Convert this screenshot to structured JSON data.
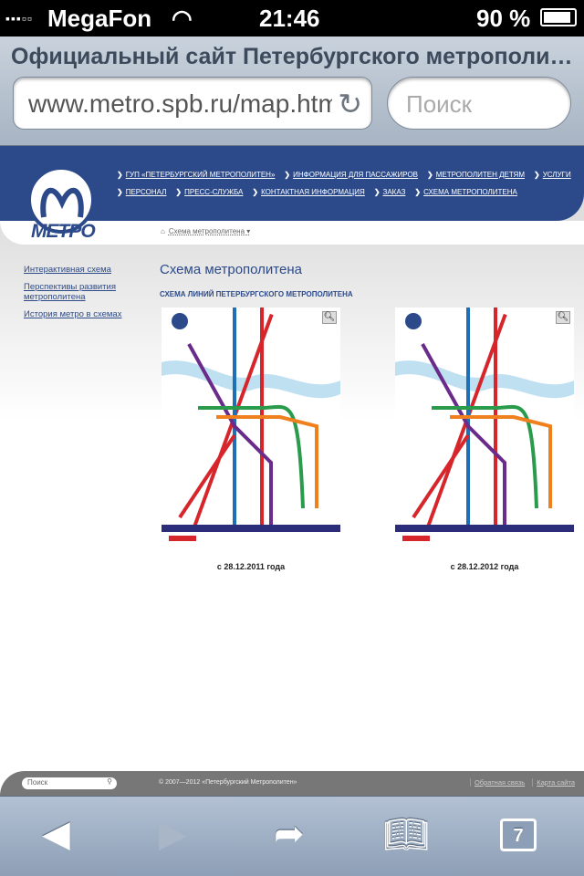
{
  "status": {
    "carrier": "MegaFon",
    "time": "21:46",
    "battery": "90 %"
  },
  "browser": {
    "title": "Официальный сайт Петербургского метрополитена",
    "url": "www.metro.spb.ru/map.html",
    "search_placeholder": "Поиск",
    "tabs_count": "7"
  },
  "site": {
    "logo_text": "МЕТРО",
    "nav_row1": [
      "ГУП «ПЕТЕРБУРГСКИЙ МЕТРОПОЛИТЕН»",
      "ИНФОРМАЦИЯ ДЛЯ ПАССАЖИРОВ",
      "МЕТРОПОЛИТЕН ДЕТЯМ",
      "УСЛУГИ"
    ],
    "nav_row2": [
      "ПЕРСОНАЛ",
      "ПРЕСС-СЛУЖБА",
      "КОНТАКТНАЯ ИНФОРМАЦИЯ",
      "ЗАКАЗ",
      "СХЕМА МЕТРОПОЛИТЕНА"
    ],
    "breadcrumb": "Схема метрополитена ▾",
    "sidebar": [
      "Интерактивная схема",
      "Перспективы развития метрополитена",
      "История метро в схемах"
    ],
    "title": "Схема метрополитена",
    "subtitle": "СХЕМА ЛИНИЙ ПЕТЕРБУРГСКОГО МЕТРОПОЛИТЕНА",
    "maps": [
      {
        "caption": "с 28.12.2011 года"
      },
      {
        "caption": "с 28.12.2012 года"
      }
    ],
    "footer": {
      "search_placeholder": "Поиск",
      "copyright": "© 2007—2012 «Петербургский Метрополитен»",
      "links": [
        "Обратная связь",
        "Карта сайта"
      ]
    }
  }
}
